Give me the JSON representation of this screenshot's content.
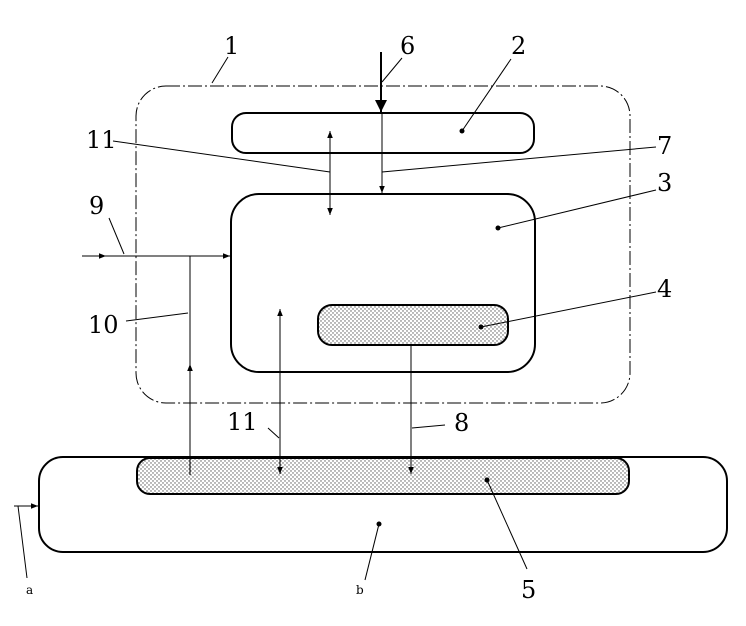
{
  "diagram": {
    "labels": {
      "l1": "1",
      "l2": "2",
      "l3": "3",
      "l4": "4",
      "l5": "5",
      "l6": "6",
      "l7": "7",
      "l8": "8",
      "l9": "9",
      "l10": "10",
      "l11_top": "11",
      "l11_bottom": "11",
      "la": "a",
      "lb": "b"
    }
  }
}
